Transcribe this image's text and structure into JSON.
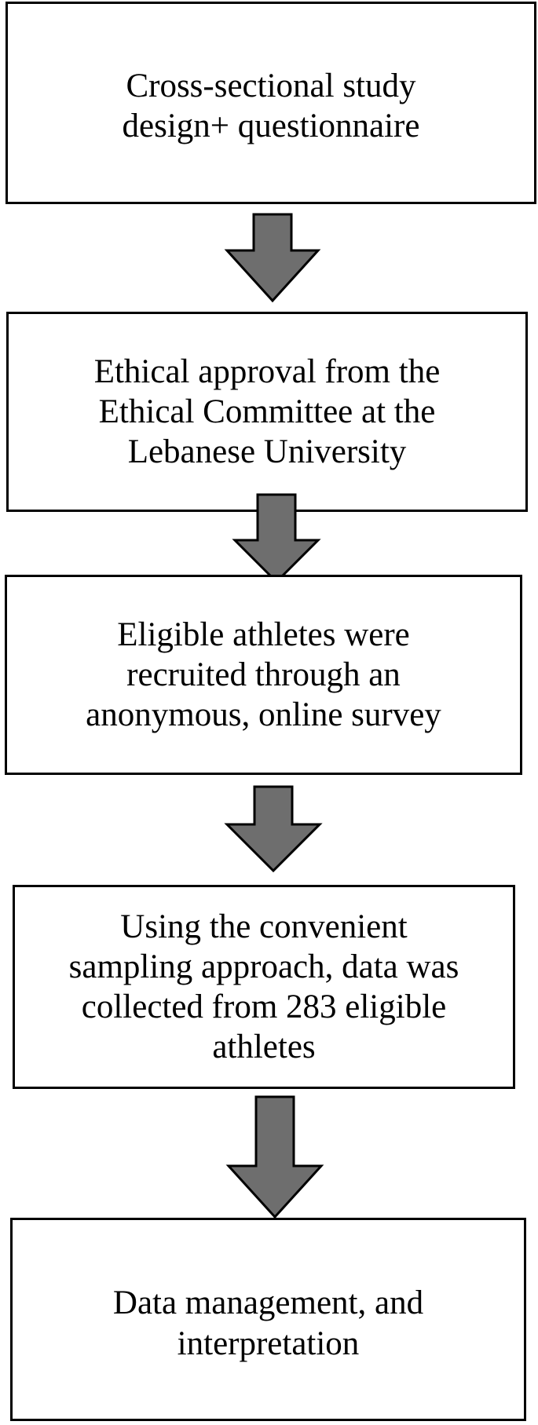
{
  "diagram": {
    "colors": {
      "box_border": "#000000",
      "box_fill": "#ffffff",
      "arrow_fill": "#6e6e6e",
      "arrow_stroke": "#000000",
      "text": "#000000"
    },
    "steps": [
      {
        "lines": [
          "Cross-sectional study",
          "design+ questionnaire"
        ]
      },
      {
        "lines": [
          "Ethical approval from the",
          "Ethical Committee at the",
          "Lebanese University"
        ]
      },
      {
        "lines": [
          "Eligible athletes were",
          "recruited through an",
          "anonymous, online survey"
        ]
      },
      {
        "lines": [
          "Using the convenient",
          "sampling approach, data was",
          "collected from 283 eligible",
          "athletes"
        ]
      },
      {
        "lines": [
          "Data management, and",
          "interpretation"
        ]
      }
    ],
    "arrows": [
      {
        "icon": "down-arrow-icon"
      },
      {
        "icon": "down-arrow-icon"
      },
      {
        "icon": "down-arrow-icon"
      },
      {
        "icon": "down-arrow-icon"
      }
    ]
  }
}
